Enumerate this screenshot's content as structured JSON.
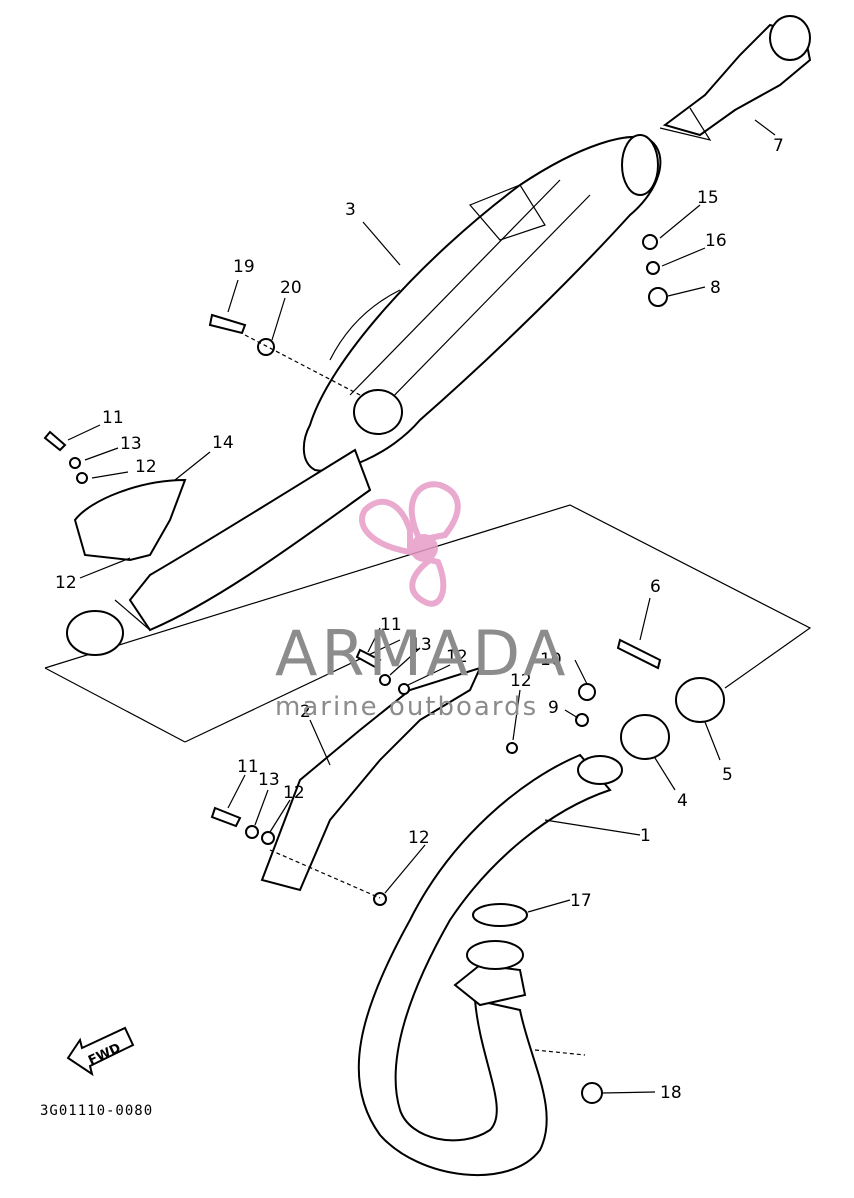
{
  "diagram": {
    "callouts": [
      "1",
      "2",
      "3",
      "4",
      "5",
      "6",
      "7",
      "8",
      "9",
      "10",
      "11",
      "11",
      "11",
      "12",
      "12",
      "12",
      "12",
      "12",
      "12",
      "13",
      "13",
      "13",
      "14",
      "15",
      "16",
      "17",
      "18",
      "19",
      "20"
    ],
    "drawing_code": "3G01110-0080",
    "fwd_label": "FWD"
  },
  "watermark": {
    "title": "ARMADA",
    "subtitle": "marine outboards",
    "logo_color": "#e79bc6"
  }
}
